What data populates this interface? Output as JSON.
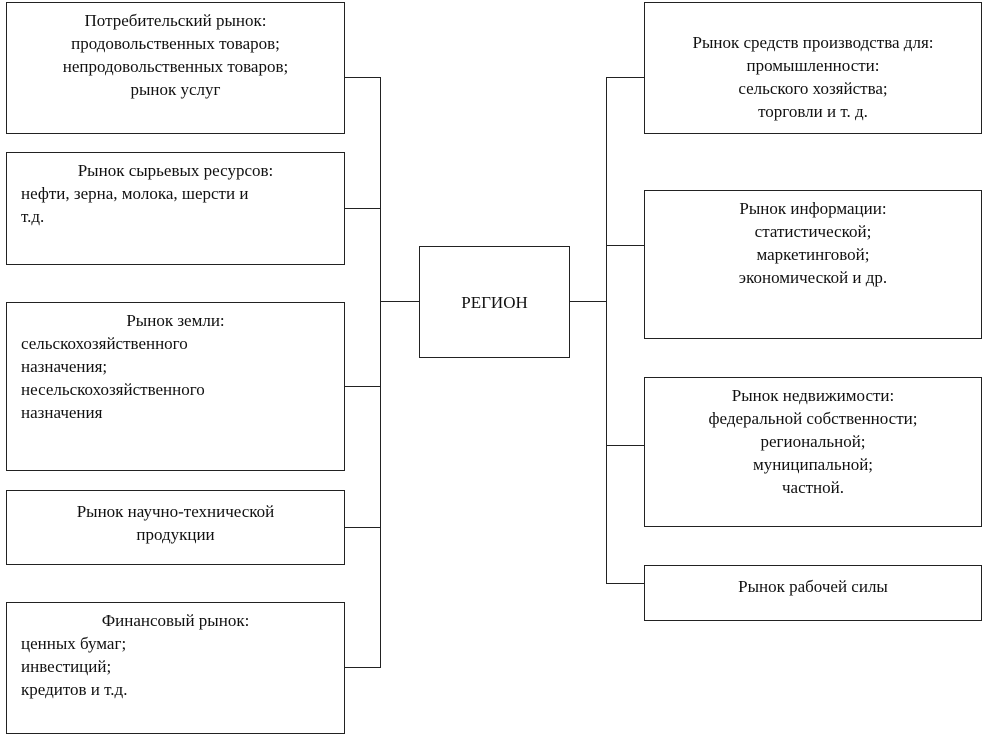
{
  "center": {
    "label": "РЕГИОН"
  },
  "left": [
    {
      "title": "Потребительский рынок:",
      "lines": [
        "продовольственных товаров;",
        "непродовольственных товаров;",
        "рынок услуг"
      ]
    },
    {
      "title": "Рынок сырьевых ресурсов:",
      "lines": [
        "нефти, зерна, молока, шерсти и",
        "т.д."
      ]
    },
    {
      "title": "Рынок земли:",
      "lines": [
        " сельскохозяйственного",
        "назначения;",
        "несельскохозяйственного",
        "назначения"
      ]
    },
    {
      "title": "Рынок научно-технической",
      "lines": [
        "продукции"
      ]
    },
    {
      "title": "Финансовый рынок:",
      "lines": [
        "ценных бумаг;",
        "инвестиций;",
        "кредитов и т.д."
      ]
    }
  ],
  "right": [
    {
      "title": "Рынок средств производства для:",
      "lines": [
        "промышленности:",
        "сельского хозяйства;",
        "торговли и т. д."
      ]
    },
    {
      "title": "Рынок информации:",
      "lines": [
        "статистической;",
        "маркетинговой;",
        "экономической и др."
      ]
    },
    {
      "title": "Рынок недвижимости:",
      "lines": [
        "федеральной собственности;",
        "региональной;",
        "муниципальной;",
        "частной."
      ]
    },
    {
      "title": "Рынок рабочей силы",
      "lines": []
    }
  ]
}
